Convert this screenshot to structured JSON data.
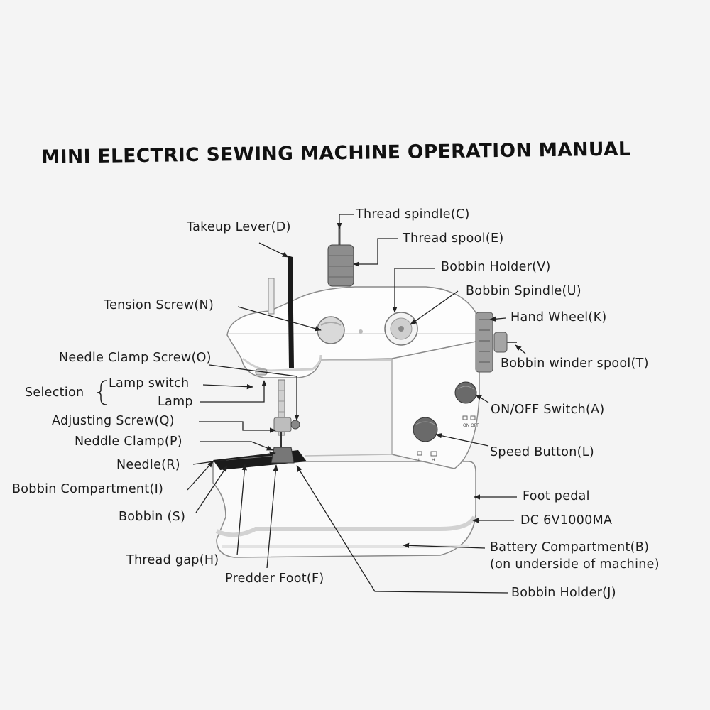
{
  "title": "MINI ELECTRIC SEWING MACHINE OPERATION MANUAL",
  "labels": {
    "thread_spindle": "Thread spindle(C)",
    "thread_spool": "Thread spool(E)",
    "takeup_lever": "Takeup Lever(D)",
    "bobbin_holder_v": "Bobbin Holder(V)",
    "bobbin_spindle": "Bobbin Spindle(U)",
    "tension_screw": "Tension Screw(N)",
    "hand_wheel": "Hand Wheel(K)",
    "needle_clamp_screw": "Needle Clamp Screw(O)",
    "bobbin_winder_spool": "Bobbin winder spool(T)",
    "selection": "Selection",
    "lamp_switch": "Lamp switch",
    "lamp": "Lamp",
    "onoff_switch": "ON/OFF Switch(A)",
    "adjusting_screw": "Adjusting Screw(Q)",
    "needle_clamp": "Neddle Clamp(P)",
    "speed_button": "Speed Button(L)",
    "needle": "Needle(R)",
    "bobbin_compartment": "Bobbin Compartment(I)",
    "foot_pedal": "Foot pedal",
    "bobbin": "Bobbin (S)",
    "dc": "DC 6V1000MA",
    "thread_gap": "Thread gap(H)",
    "battery_compartment": "Battery Compartment(B)",
    "battery_note": "(on underside of machine)",
    "presser_foot": "Predder Foot(F)",
    "bobbin_holder_j": "Bobbin Holder(J)"
  },
  "markings": {
    "on": "ON",
    "off": "OFF",
    "low": "L",
    "high": "H"
  }
}
